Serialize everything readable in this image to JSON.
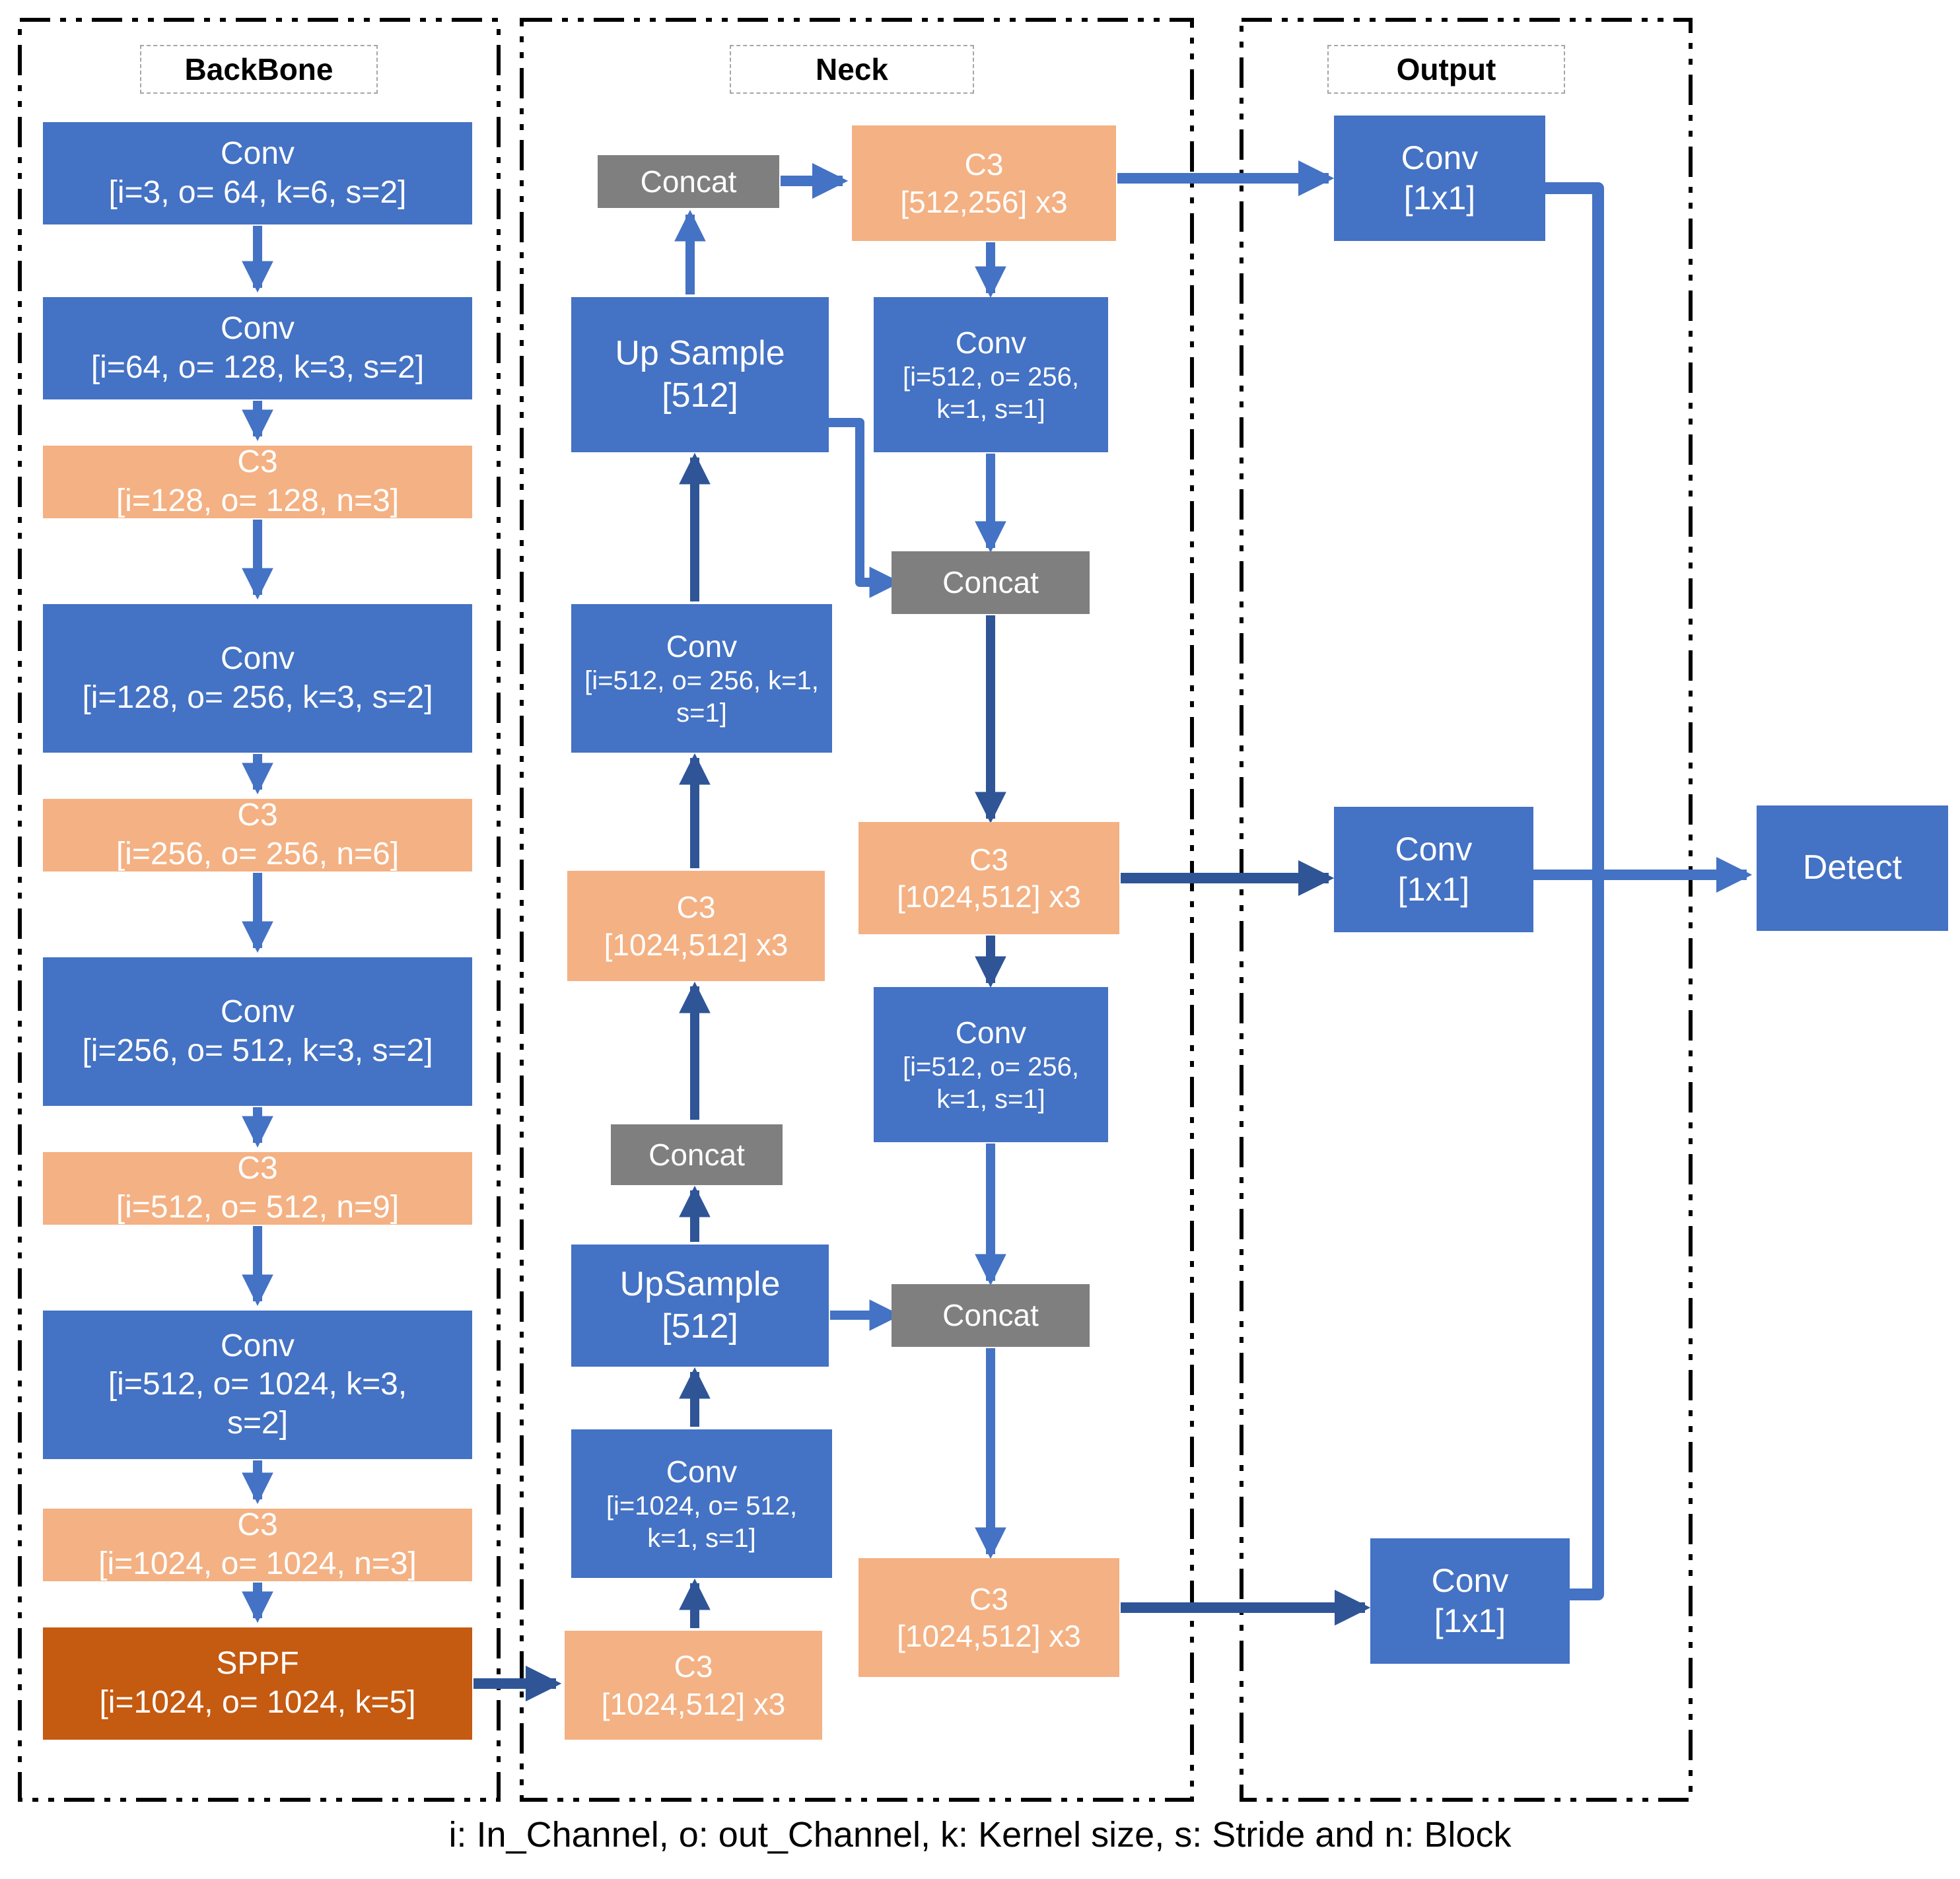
{
  "colors": {
    "block_blue": "#4472C4",
    "block_orange": "#F4B183",
    "block_dark_orange": "#C55A11",
    "block_gray": "#7F7F7F",
    "arrow_blue": "#4472C4",
    "arrow_dark": "#2F5597",
    "border_black": "#000000",
    "title_border_gray": "#A6A6A6"
  },
  "backbone": {
    "title": "BackBone",
    "blocks": [
      {
        "type": "conv",
        "line1": "Conv",
        "line2": "[i=3, o= 64, k=6, s=2]"
      },
      {
        "type": "conv",
        "line1": "Conv",
        "line2": "[i=64, o= 128, k=3, s=2]"
      },
      {
        "type": "c3",
        "line1": "C3",
        "line2": "[i=128, o= 128, n=3]"
      },
      {
        "type": "conv",
        "line1": "Conv",
        "line2": "[i=128, o= 256, k=3, s=2]"
      },
      {
        "type": "c3",
        "line1": "C3",
        "line2": "[i=256, o= 256, n=6]"
      },
      {
        "type": "conv",
        "line1": "Conv",
        "line2": "[i=256, o= 512, k=3, s=2]"
      },
      {
        "type": "c3",
        "line1": "C3",
        "line2": "[i=512, o= 512, n=9]"
      },
      {
        "type": "conv",
        "line1": "Conv",
        "line2": "[i=512, o= 1024, k=3, s=2]"
      },
      {
        "type": "c3",
        "line1": "C3",
        "line2": "[i=1024, o= 1024, n=3]"
      },
      {
        "type": "sppf",
        "line1": "SPPF",
        "line2": "[i=1024, o= 1024, k=5]"
      }
    ]
  },
  "neck": {
    "title": "Neck",
    "left_column": [
      {
        "type": "concat",
        "line1": "Concat"
      },
      {
        "type": "upsample",
        "line1": "Up Sample",
        "line2": "[512]"
      },
      {
        "type": "conv",
        "line1": "Conv",
        "line2": "[i=512, o= 256, k=1, s=1]"
      },
      {
        "type": "c3",
        "line1": "C3",
        "line2": "[1024,512] x3"
      },
      {
        "type": "concat",
        "line1": "Concat"
      },
      {
        "type": "upsample",
        "line1": "UpSample",
        "line2": "[512]"
      },
      {
        "type": "conv",
        "line1": "Conv",
        "line2": "[i=1024, o= 512, k=1, s=1]"
      },
      {
        "type": "c3",
        "line1": "C3",
        "line2": "[1024,512] x3"
      }
    ],
    "right_column": [
      {
        "type": "c3",
        "line1": "C3",
        "line2": "[512,256] x3"
      },
      {
        "type": "conv",
        "line1": "Conv",
        "line2": "[i=512, o= 256, k=1, s=1]"
      },
      {
        "type": "concat",
        "line1": "Concat"
      },
      {
        "type": "c3",
        "line1": "C3",
        "line2": "[1024,512] x3"
      },
      {
        "type": "conv",
        "line1": "Conv",
        "line2": "[i=512, o= 256, k=1, s=1]"
      },
      {
        "type": "concat",
        "line1": "Concat"
      },
      {
        "type": "c3",
        "line1": "C3",
        "line2": "[1024,512] x3"
      }
    ]
  },
  "output": {
    "title": "Output",
    "conv_top": {
      "line1": "Conv",
      "line2": "[1x1]"
    },
    "conv_middle": {
      "line1": "Conv",
      "line2": "[1x1]"
    },
    "conv_bottom": {
      "line1": "Conv",
      "line2": "[1x1]"
    },
    "detect_label": "Detect"
  },
  "footnote": "i: In_Channel, o: out_Channel, k: Kernel size, s: Stride and n: Block"
}
